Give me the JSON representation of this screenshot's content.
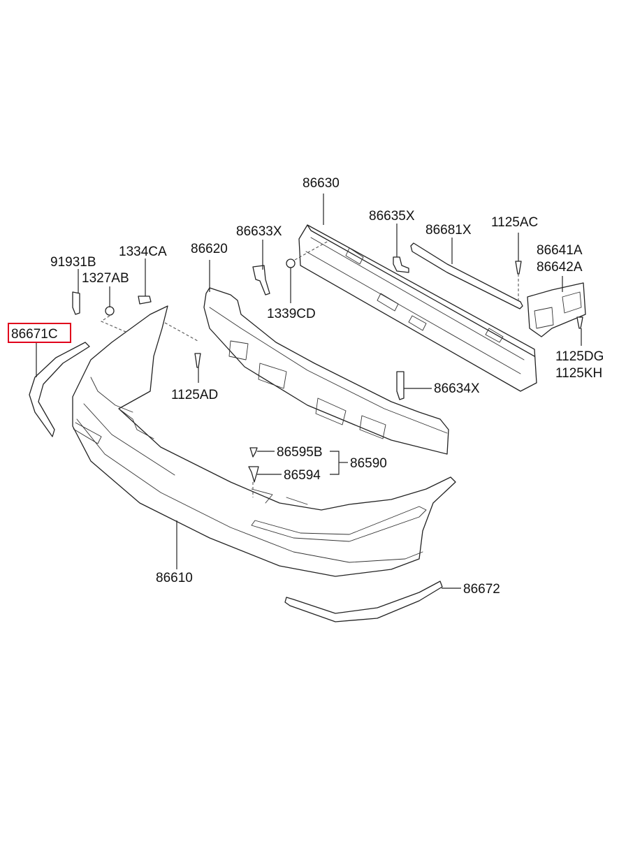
{
  "highlight_color": "#e0001b",
  "callouts": {
    "c86630": "86630",
    "c86633X": "86633X",
    "c86620": "86620",
    "c86635X": "86635X",
    "c86681X": "86681X",
    "c1125AC": "1125AC",
    "c86641A": "86641A",
    "c86642A": "86642A",
    "c91931B": "91931B",
    "c1334CA": "1334CA",
    "c1327AB": "1327AB",
    "c1339CD": "1339CD",
    "c86671C": "86671C",
    "c1125AD": "1125AD",
    "c86634X": "86634X",
    "c1125DG": "1125DG",
    "c1125KH": "1125KH",
    "c86595B": "86595B",
    "c86590": "86590",
    "c86594": "86594",
    "c86610": "86610",
    "c86672": "86672"
  }
}
